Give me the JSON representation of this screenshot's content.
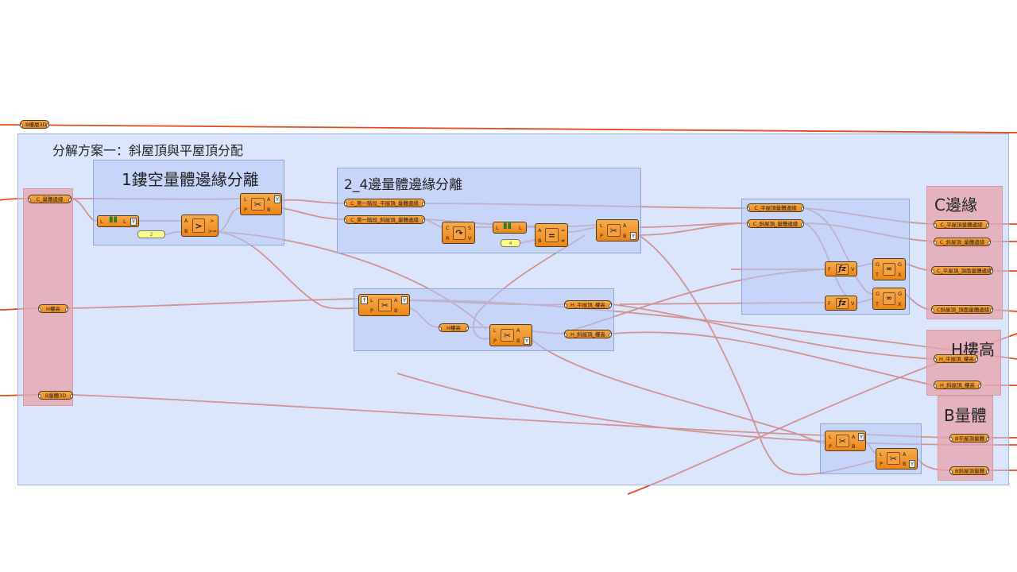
{
  "colors": {
    "wire": "#e64a19",
    "component": "#f39a2e",
    "group": "#bccff5",
    "pink_group": "#e8a0ac"
  },
  "top_param": "B樓層3D",
  "outer_group": {
    "title": "分解方案一：斜屋頂與平屋頂分配"
  },
  "groups": {
    "g1": {
      "title": "1鏤空量體邊緣分離"
    },
    "g2": {
      "title": "2_4邊量體邊緣分離"
    },
    "c_out": {
      "title": "C邊緣"
    },
    "h_out": {
      "title": "H樓高"
    },
    "b_out": {
      "title": "B量體"
    }
  },
  "inputs": {
    "c": "C_量體邊緣",
    "h": "H樓高",
    "b": "B量體3D"
  },
  "params": {
    "p1": "C_第一階段_平屋頂_量體邊緣",
    "p2": "C_第一階段_斜屋頂_量體邊緣",
    "p3": "C_平屋頂量體邊緣",
    "p4": "C_斜屋頂_量體邊緣",
    "p5": "H_平屋頂_樓高",
    "p6": "H_斜屋頂_樓高",
    "p7": "H樓高"
  },
  "outputs": {
    "c1": "C_平屋頂量體邊緣",
    "c2": "C_斜屋頂_量體邊緣",
    "c3": "C_平屋頂_頂面量體邊緣",
    "c4": "C斜屋頂_頂面量體邊緣",
    "h1": "H_平屋頂_樓高",
    "h2": "H_斜屋頂_樓高",
    "b1": "B平屋頂量體",
    "b2": "B斜屋頂量體"
  },
  "sliders": {
    "s1": "2",
    "s2": "4"
  },
  "ops": {
    "gt": ">",
    "eq": "="
  }
}
